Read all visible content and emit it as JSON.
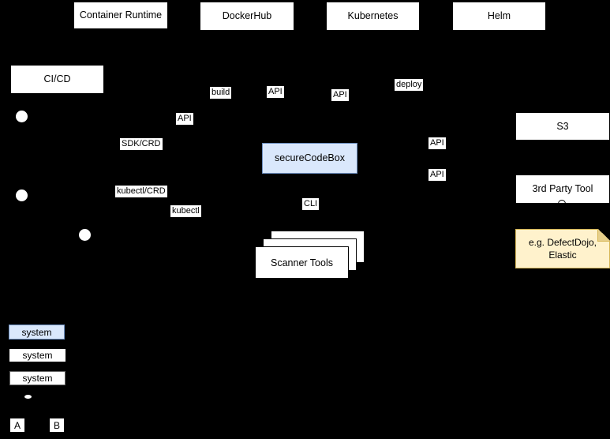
{
  "colors": {
    "background": "#000000",
    "node_fill": "#ffffff",
    "node_text": "#000000",
    "highlight_fill": "#dae8fc",
    "highlight_border": "#6c8ebf",
    "note_fill": "#fff2cc",
    "note_border": "#d6b656"
  },
  "nodes": {
    "container_runtime": {
      "label": "Container Runtime"
    },
    "dockerhub": {
      "label": "DockerHub"
    },
    "kubernetes": {
      "label": "Kubernetes"
    },
    "helm": {
      "label": "Helm"
    },
    "cicd": {
      "label": "CI/CD"
    },
    "securecodebox": {
      "label": "secureCodeBox"
    },
    "s3": {
      "label": "S3"
    },
    "third_party_tool": {
      "label": "3rd Party Tool"
    },
    "scanner_tools": {
      "label": "Scanner Tools"
    }
  },
  "note": {
    "line1": "e.g. DefectDojo,",
    "line2": "Elastic"
  },
  "edge_labels": {
    "build": "build",
    "api_dockerhub": "API",
    "api_container_runtime": "API",
    "sdk_crd": "SDK/CRD",
    "kubectl_crd": "kubectl/CRD",
    "kubectl": "kubectl",
    "deploy": "deploy",
    "api_kubernetes": "API",
    "api_s3": "API",
    "api_third_party": "API",
    "cli": "CLI"
  },
  "legend": {
    "system_highlighted": "system",
    "system_plain": "system",
    "system_outlined": "system",
    "marker_a": "A",
    "marker_b": "B"
  }
}
